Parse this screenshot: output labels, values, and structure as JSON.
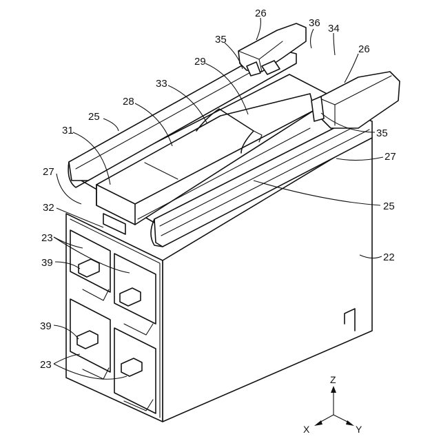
{
  "figure": {
    "labels": {
      "l26a": "26",
      "l36": "36",
      "l34": "34",
      "l35a": "35",
      "l26b": "26",
      "l29": "29",
      "l33": "33",
      "l28": "28",
      "l25a": "25",
      "l31": "31",
      "l35b": "35",
      "l27a": "27",
      "l27b": "27",
      "l32": "32",
      "l25b": "25",
      "l23a": "23",
      "l22": "22",
      "l39a": "39",
      "l39b": "39",
      "l23b": "23"
    },
    "axes": {
      "z": "Z",
      "x": "X",
      "y": "Y"
    }
  }
}
